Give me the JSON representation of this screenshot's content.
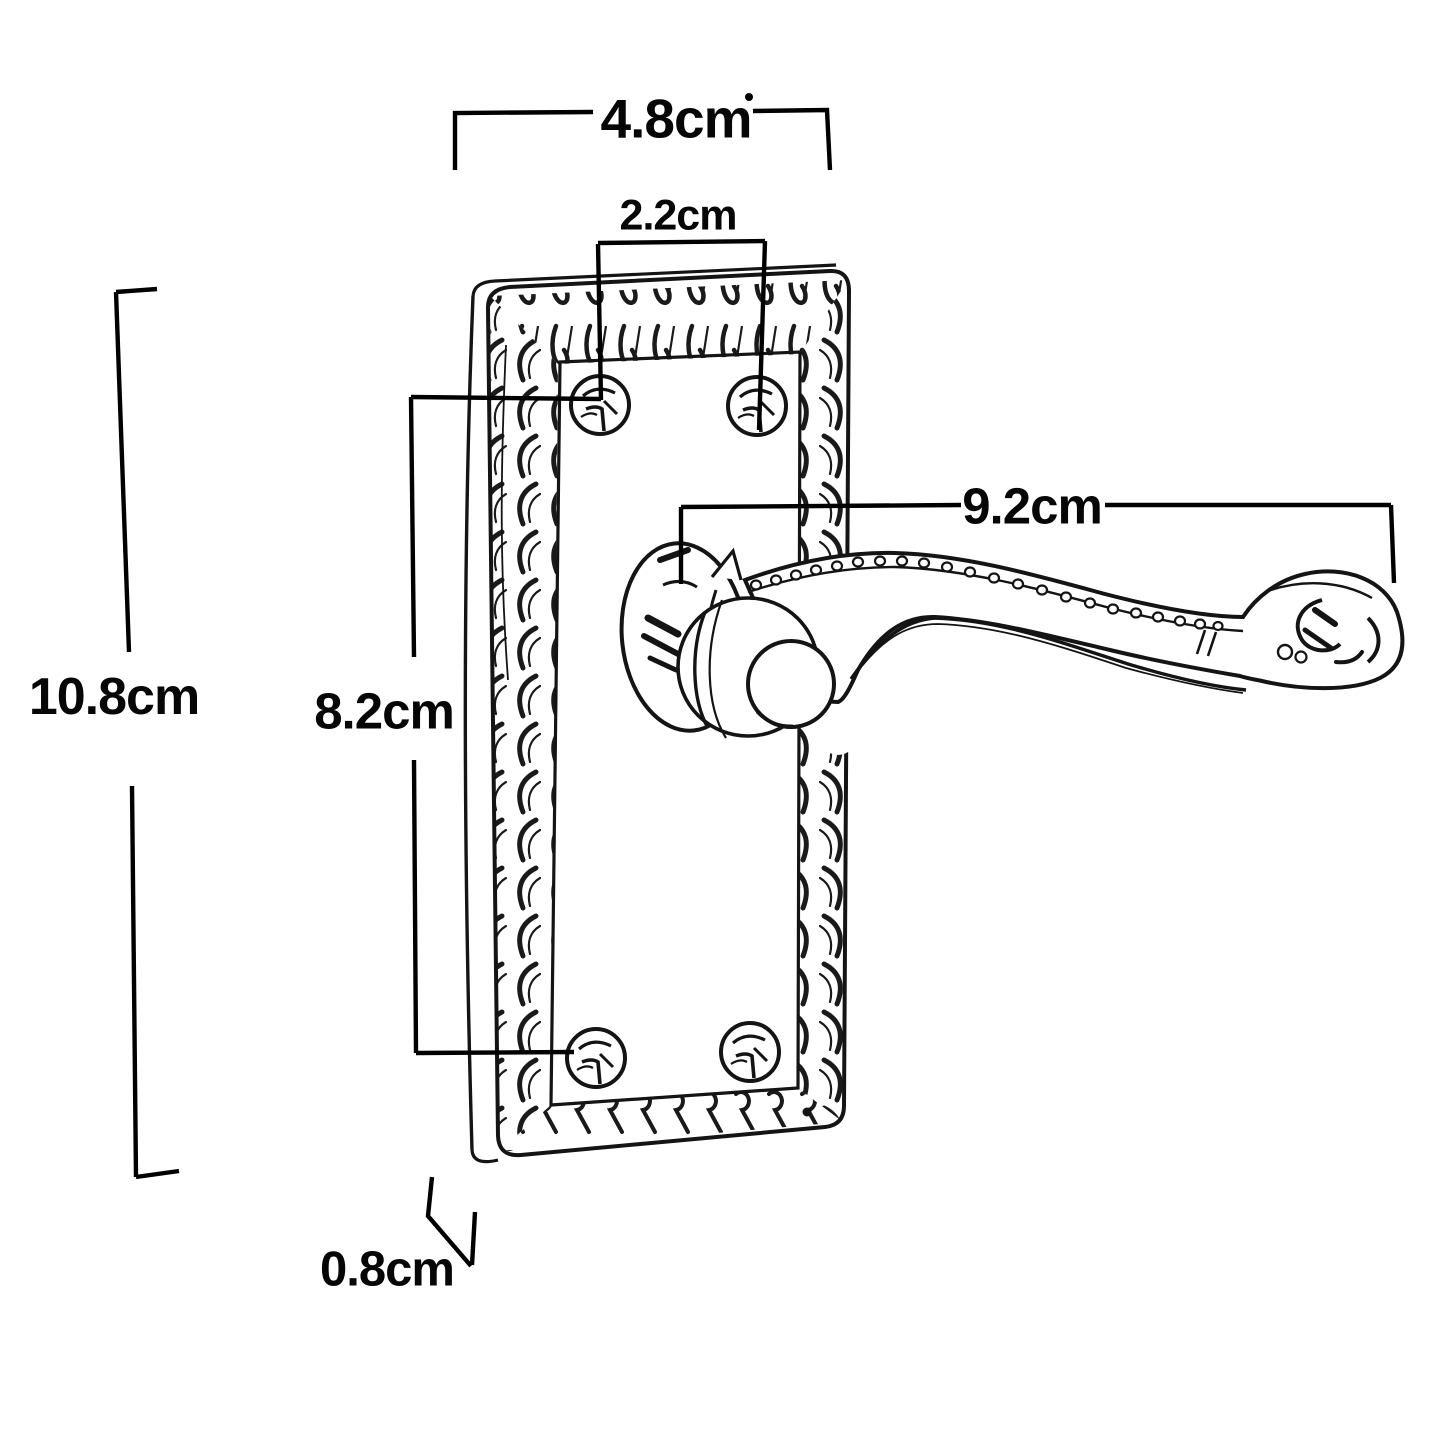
{
  "diagram": {
    "unit": "cm",
    "background_color": "#ffffff",
    "line_color": "#111111",
    "dimensions": {
      "plate_width": {
        "label": "4.8cm",
        "value": 4.8
      },
      "top_screw_spacing": {
        "label": "2.2cm",
        "value": 2.2
      },
      "plate_height": {
        "label": "10.8cm",
        "value": 10.8
      },
      "screw_span_vertical": {
        "label": "8.2cm",
        "value": 8.2
      },
      "lever_length": {
        "label": "9.2cm",
        "value": 9.2
      },
      "plate_thickness": {
        "label": "0.8cm",
        "value": 0.8
      }
    }
  }
}
